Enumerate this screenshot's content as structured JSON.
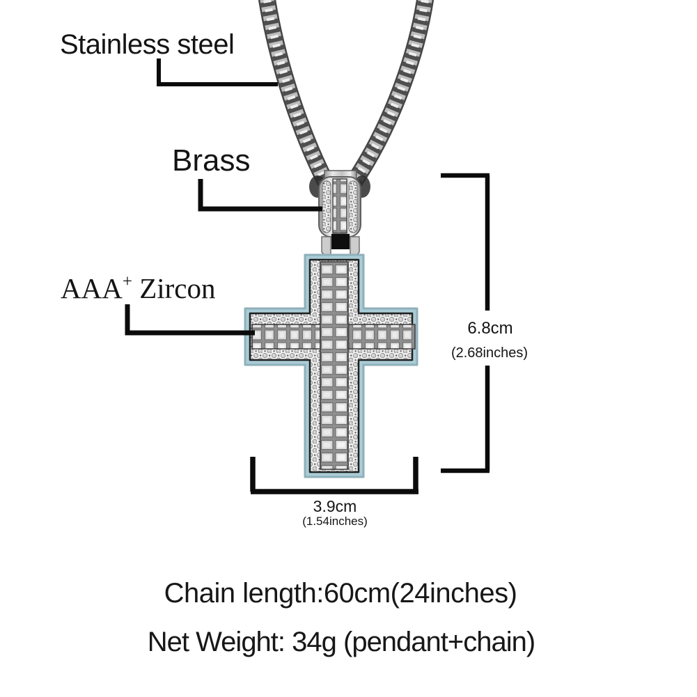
{
  "image_title": "Zircon cross pendant necklace specification image",
  "labels": {
    "stainless_steel": "Stainless steel",
    "brass": "Brass",
    "zircon_prefix": "AAA",
    "zircon_sup": "+",
    "zircon_suffix": " Zircon"
  },
  "dimensions": {
    "height_cm": "6.8cm",
    "height_inches": "(2.68inches)",
    "width_cm": "3.9cm",
    "width_inches": "(1.54inches)"
  },
  "footer": {
    "chain_length": "Chain length:60cm(24inches)",
    "net_weight": "Net Weight: 34g (pendant+chain)"
  },
  "colors": {
    "background": "#ffffff",
    "annotation_line": "#0b0b0b",
    "enamel_edge_blue": "#a9ccd6",
    "metal_light": "#e8e8e8",
    "metal_mid": "#bdbdbd",
    "metal_dark": "#454545"
  },
  "graphics": {
    "chain": "silver rope chain",
    "pendant": "iced-out baguette zircon cross with light blue enamel edge"
  }
}
